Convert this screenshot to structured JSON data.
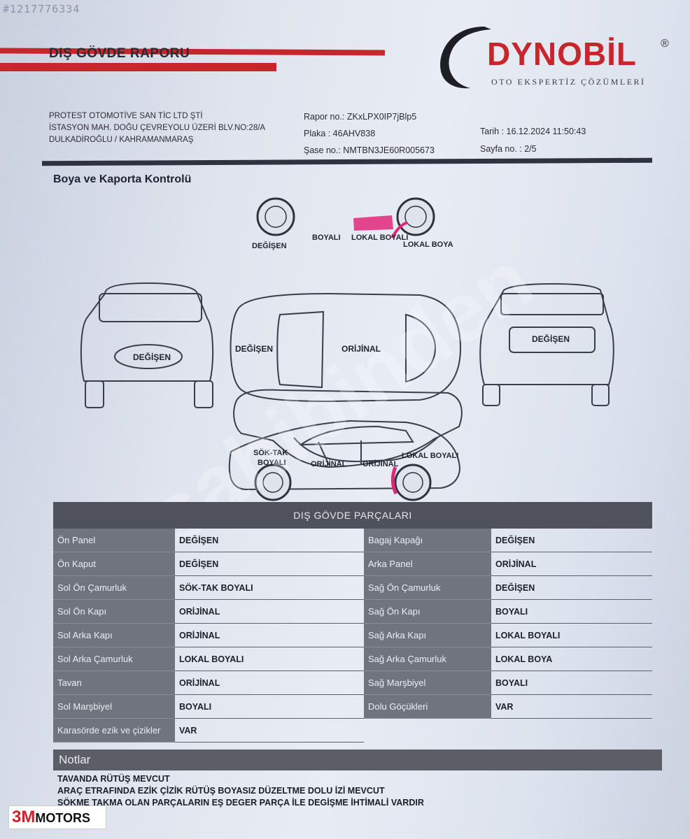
{
  "watermark_id": "#1217776334",
  "header": {
    "title": "DIŞ GÖVDE RAPORU",
    "logo": "DYNOBİL",
    "logo_reg": "®",
    "logo_sub": "OTO EKSPERTİZ ÇÖZÜMLERİ"
  },
  "company": {
    "line1": "PROTEST OTOMOTİVE SAN TİC LTD ŞTİ",
    "line2": "İSTASYON MAH. DOĞU ÇEVREYOLU ÜZERİ BLV.NO:28/A",
    "line3": "DULKADİROĞLU / KAHRAMANMARAŞ"
  },
  "report": {
    "rapor_no": "Rapor no.: ZKxLPX0IP7jBlp5",
    "plaka": "Plaka : 46AHV838",
    "sase_no": "Şase no.: NMTBN3JE60R005673",
    "tarih": "Tarih : 16.12.2024 11:50:43",
    "sayfa": "Sayfa no. : 2/5"
  },
  "section_title": "Boya ve Kaporta Kontrolü",
  "diagram_labels": {
    "top_degisen": "DEĞİŞEN",
    "top_boyali": "BOYALI",
    "top_lokal_boyali": "LOKAL BOYALI",
    "top_lokal_boya": "LOKAL BOYA",
    "front_degisen": "DEĞİŞEN",
    "roof_degisen": "DEĞİŞEN",
    "roof_orijinal": "ORİJİNAL",
    "rear_degisen": "DEĞİŞEN",
    "bottom_soktak": "SÖK-TAK",
    "bottom_boyali": "BOYALI",
    "bottom_orijinal1": "ORİJİNAL",
    "bottom_orijinal2": "ORİJİNAL",
    "bottom_lokal_boyali": "LOKAL BOYALI"
  },
  "site_watermark": "sahibinden",
  "parts_title": "DIŞ GÖVDE PARÇALARI",
  "parts_left": [
    {
      "label": "Ön Panel",
      "value": "DEĞİŞEN"
    },
    {
      "label": "Ön Kaput",
      "value": "DEĞİŞEN"
    },
    {
      "label": "Sol Ön Çamurluk",
      "value": "SÖK-TAK BOYALI"
    },
    {
      "label": "Sol Ön Kapı",
      "value": "ORİJİNAL"
    },
    {
      "label": "Sol Arka Kapı",
      "value": "ORİJİNAL"
    },
    {
      "label": "Sol Arka Çamurluk",
      "value": "LOKAL BOYALI"
    },
    {
      "label": "Tavan",
      "value": "ORİJİNAL"
    },
    {
      "label": "Sol Marşbiyel",
      "value": "BOYALI"
    },
    {
      "label": "Karasörde ezik ve çizikler",
      "value": "VAR"
    }
  ],
  "parts_right": [
    {
      "label": "Bagaj Kapağı",
      "value": "DEĞİŞEN"
    },
    {
      "label": "Arka Panel",
      "value": "ORİJİNAL"
    },
    {
      "label": "Sağ Ön Çamurluk",
      "value": "DEĞİŞEN"
    },
    {
      "label": "Sağ Ön Kapı",
      "value": "BOYALI"
    },
    {
      "label": "Sağ Arka Kapı",
      "value": "LOKAL BOYALI"
    },
    {
      "label": "Sağ Arka Çamurluk",
      "value": "LOKAL BOYA"
    },
    {
      "label": "Sağ Marşbiyel",
      "value": "BOYALI"
    },
    {
      "label": "Dolu Göçükleri",
      "value": "VAR"
    }
  ],
  "notes_title": "Notlar",
  "notes": [
    "TAVANDA RÜTÜŞ MEVCUT",
    "ARAÇ ETRAFINDA EZİK ÇİZİK RÜTÜŞ BOYASIZ DÜZELTME DOLU İZİ MEVCUT",
    "SÖKME TAKMA OLAN PARÇALARIN EŞ DEGER PARÇA İLE DEGİŞME İHTİMALİ VARDIR"
  ],
  "brand": {
    "prefix": "3M",
    "suffix": "MOTORS"
  },
  "colors": {
    "accent_red": "#c8262d",
    "dark_bar": "#2f3340",
    "table_label_bg": "#70747f",
    "marker_pink": "#e0287a"
  }
}
